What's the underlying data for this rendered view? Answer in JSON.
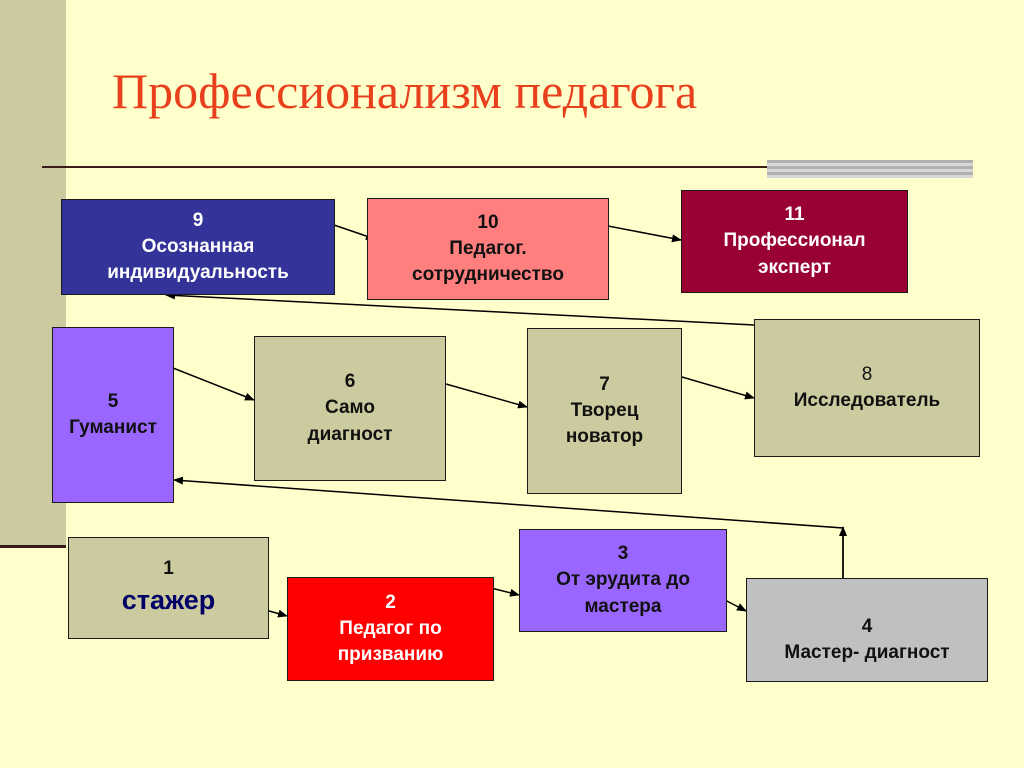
{
  "title": "Профессионализм педагога",
  "colors": {
    "background": "#ffffcc",
    "title": "#e8401c",
    "khaki": "#cbcb9f",
    "blue": "#333399",
    "pink": "#ff7f7f",
    "maroon": "#990033",
    "violet": "#9966ff",
    "red": "#ff0000",
    "grey": "#c0c0c0"
  },
  "nodes": [
    {
      "id": "n1",
      "number": "1",
      "lines": [
        "стажер"
      ]
    },
    {
      "id": "n2",
      "number": "2",
      "lines": [
        "Педагог по",
        "призванию"
      ]
    },
    {
      "id": "n3",
      "number": "3",
      "lines": [
        "От эрудита до",
        "мастера"
      ]
    },
    {
      "id": "n4",
      "number": "4",
      "lines": [
        "Мастер- диагност"
      ]
    },
    {
      "id": "n5",
      "number": "5",
      "lines": [
        "Гуманист"
      ]
    },
    {
      "id": "n6",
      "number": "6",
      "lines": [
        "Само",
        "диагност"
      ]
    },
    {
      "id": "n7",
      "number": "7",
      "lines": [
        "Творец",
        "новатор"
      ]
    },
    {
      "id": "n8",
      "number": "8",
      "lines": [
        "Исследователь"
      ]
    },
    {
      "id": "n9",
      "number": "9",
      "lines": [
        "Осознанная",
        "индивидуальность"
      ]
    },
    {
      "id": "n10",
      "number": "10",
      "lines": [
        "Педагог.",
        "сотрудничество"
      ]
    },
    {
      "id": "n11",
      "number": "11",
      "lines": [
        "Профессионал",
        "эксперт"
      ]
    }
  ]
}
